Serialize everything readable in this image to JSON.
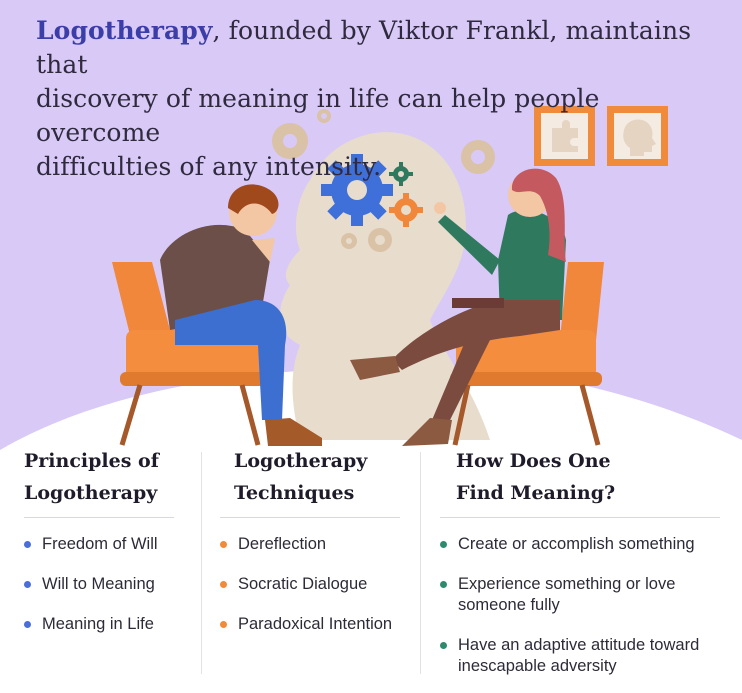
{
  "headline": {
    "brand": "Logotherapy",
    "text_line1": ", founded by Viktor Frankl, maintains that",
    "text_line2": "discovery of meaning in life can help people overcome",
    "text_line3": "difficulties of any intensity."
  },
  "colors": {
    "background": "#d9c9f7",
    "brand": "#3b3ea8",
    "blue_bullet": "#4a6fd6",
    "orange_bullet": "#f08b3c",
    "green_bullet": "#2e8a6e"
  },
  "columns": [
    {
      "title_line1": "Principles of",
      "title_line2": "Logotherapy",
      "items": [
        "Freedom of Will",
        "Will to Meaning",
        "Meaning in Life"
      ]
    },
    {
      "title_line1": "Logotherapy",
      "title_line2": "Techniques",
      "items": [
        "Dereflection",
        "Socratic Dialogue",
        "Paradoxical Intention"
      ]
    },
    {
      "title_line1": "How Does One",
      "title_line2": "Find Meaning?",
      "items": [
        "Create or accomplish something",
        "Experience something or love someone fully",
        "Have an adaptive attitude toward inescapable adversity"
      ]
    }
  ],
  "icons": [
    "gear-icon",
    "puzzle-icon",
    "head-profile-icon"
  ]
}
